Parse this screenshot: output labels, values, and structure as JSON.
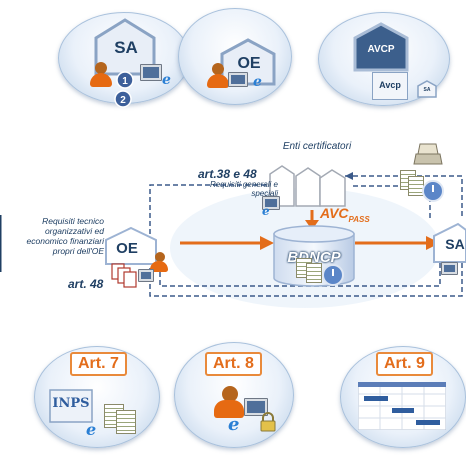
{
  "top_row": {
    "sa_label": "SA",
    "oe_label": "OE",
    "avcp_label": "AVCP",
    "avcp_small": "Avcp",
    "sa_small": "SA"
  },
  "middle": {
    "enti_label": "Enti certificatori",
    "art38_label": "art.38 e 48",
    "requisiti_generali": "Requisiti generali e speciali",
    "avc_label": "AVC",
    "avc_sub": "PASS",
    "bdncp_label": "BDNCP",
    "requisiti_tecnico": "Requisiti tecnico organizzativi ed economico finanziari propri dell'OE",
    "oe_label": "OE",
    "art48_label": "art. 48",
    "sa_label": "SA"
  },
  "bottom_row": {
    "art7": "Art. 7",
    "art8": "Art. 8",
    "art9": "Art. 9",
    "inps": "INPS"
  },
  "colors": {
    "accent_orange": "#e36d1b",
    "navy": "#1f3f63",
    "dashed_blue": "#3b5a8a"
  }
}
